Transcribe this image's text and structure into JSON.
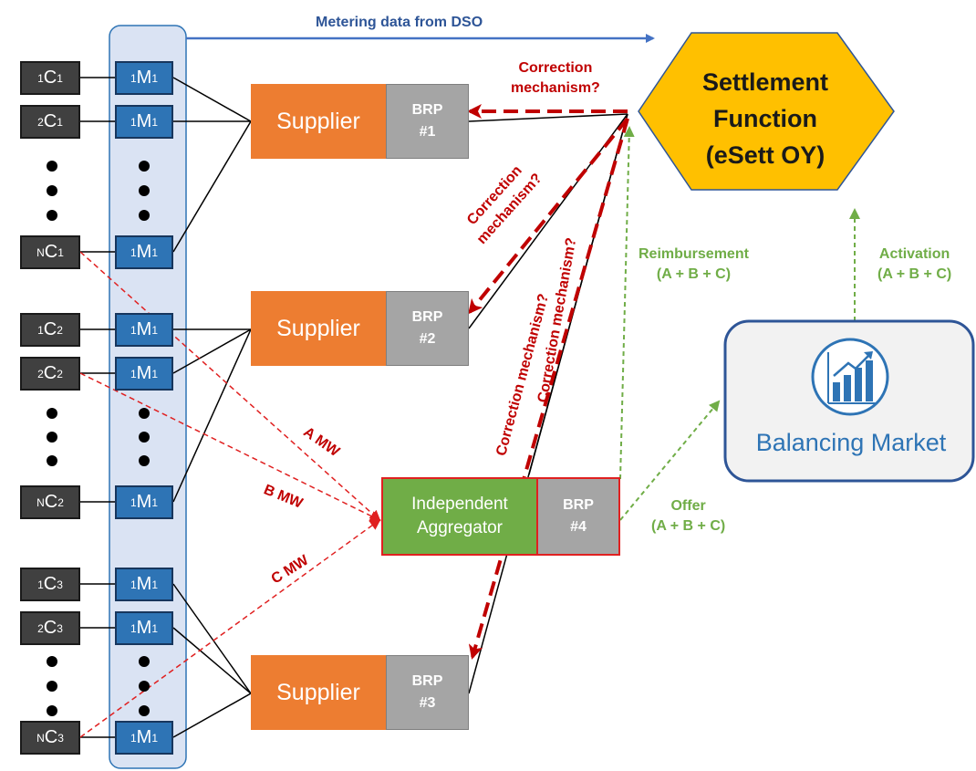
{
  "settlement": {
    "line1": "Settlement",
    "line2": "Function",
    "line3": "(eSett OY)",
    "color": "#ffc000"
  },
  "balancing_market": {
    "label": "Balancing Market",
    "icon": "bar-chart-growth-icon"
  },
  "customers": [
    {
      "pre": "1",
      "letter": "C",
      "post": "1"
    },
    {
      "pre": "2",
      "letter": "C",
      "post": "1"
    },
    {
      "pre": "N",
      "letter": "C",
      "post": "1"
    },
    {
      "pre": "1",
      "letter": "C",
      "post": "2"
    },
    {
      "pre": "2",
      "letter": "C",
      "post": "2"
    },
    {
      "pre": "N",
      "letter": "C",
      "post": "2"
    },
    {
      "pre": "1",
      "letter": "C",
      "post": "3"
    },
    {
      "pre": "2",
      "letter": "C",
      "post": "3"
    },
    {
      "pre": "N",
      "letter": "C",
      "post": "3"
    }
  ],
  "meter": {
    "pre": "1",
    "letter": "M",
    "post": "1"
  },
  "suppliers": [
    "Supplier",
    "Supplier",
    "Supplier"
  ],
  "brps": [
    {
      "line1": "BRP",
      "line2": "#1"
    },
    {
      "line1": "BRP",
      "line2": "#2"
    },
    {
      "line1": "BRP",
      "line2": "#3"
    },
    {
      "line1": "BRP",
      "line2": "#4"
    }
  ],
  "aggregator": {
    "line1": "Independent",
    "line2": "Aggregator"
  },
  "labels": {
    "metering": "Metering data from DSO",
    "correction_top_1": "Correction",
    "correction_top_2": "mechanism?",
    "correction_diag_1": "Correction",
    "correction_diag_2": "mechanism?",
    "correction_vertical_1": "Correction mechanism?",
    "correction_vertical_2": "Correction mechanism?",
    "reimbursement_1": "Reimbursement",
    "reimbursement_2": "(A + B + C)",
    "activation_1": "Activation",
    "activation_2": "(A + B + C)",
    "offer_1": "Offer",
    "offer_2": "(A + B + C)",
    "a_mw": "A MW",
    "b_mw": "B MW",
    "c_mw": "C MW"
  },
  "colors": {
    "customer": "#404040",
    "meter": "#2e74b5",
    "meter_column": "#dae3f3",
    "supplier": "#ed7d31",
    "brp": "#a5a5a5",
    "aggregator": "#70ad47",
    "correction_arrow": "#c00000",
    "green_dashed": "#70ad47",
    "metering_arrow": "#4472c4"
  }
}
